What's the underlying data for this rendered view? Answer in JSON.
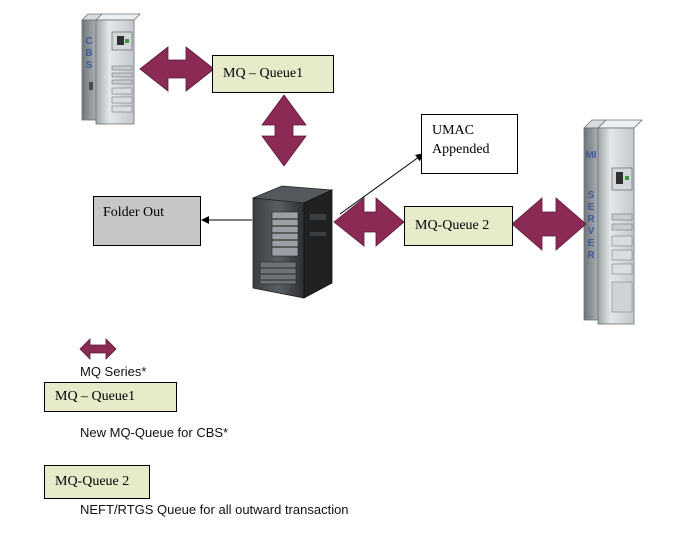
{
  "nodes": {
    "cbs_label": "CBS",
    "mi_label": "MI",
    "server_label": "SERVER",
    "mq_queue1": "MQ – Queue1",
    "mq_queue2": "MQ-Queue 2",
    "folder_out": "Folder Out",
    "umac_line1": "UMAC",
    "umac_line2": "Appended"
  },
  "legend": {
    "mq_series": "MQ Series*",
    "queue1_label": "MQ – Queue1",
    "queue1_desc": "New MQ-Queue for CBS*",
    "queue2_label": "MQ-Queue 2",
    "queue2_desc": "NEFT/RTGS Queue for all outward transaction"
  },
  "colors": {
    "arrow_fill": "#8b2b55",
    "queue_box": "#e8ebca",
    "folder_box": "#c6c6c6",
    "server_label": "#3d5a99"
  },
  "icons": {
    "cbs_server": "tower-server-icon",
    "mi_server": "tower-server-icon",
    "central_server": "server-rack-icon"
  }
}
